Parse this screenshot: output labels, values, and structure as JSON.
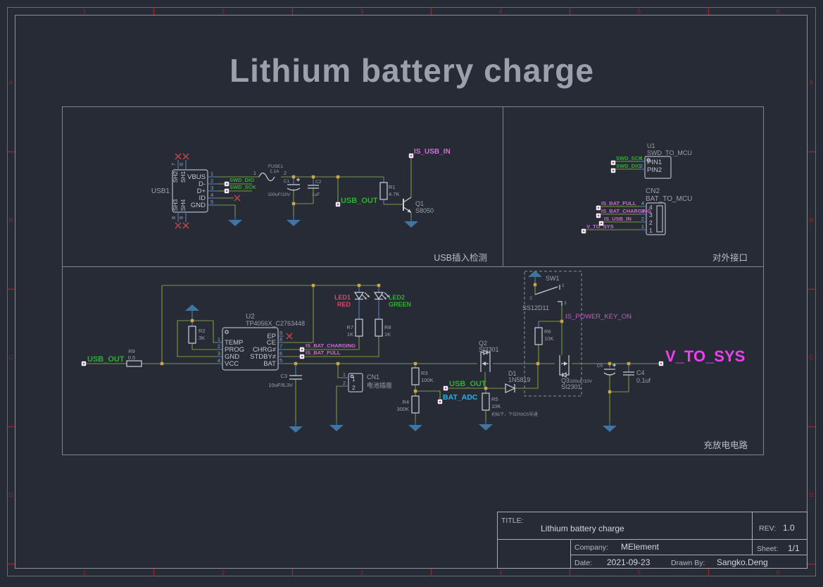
{
  "frame": {
    "title": "Lithium battery charge",
    "cols": [
      "1",
      "2",
      "3",
      "4",
      "5",
      "6"
    ],
    "rows": [
      "A",
      "B",
      "C",
      "D"
    ]
  },
  "sections": {
    "usb": "USB插入检测",
    "ext": "对外接口",
    "chg": "充放电电路"
  },
  "tb": {
    "title_label": "TITLE:",
    "title": "Lithium battery charge",
    "rev_label": "REV:",
    "rev": "1.0",
    "company_label": "Company:",
    "company": "MElement",
    "sheet_label": "Sheet:",
    "sheet": "1/1",
    "date_label": "Date:",
    "date": "2021-09-23",
    "drawn_label": "Drawn By:",
    "drawn": "Sangko.Deng"
  },
  "nets": {
    "swd_dio": "SWD_DIO",
    "swd_sck": "SWD_SCK",
    "usb_out": "USB_OUT",
    "is_usb_in": "IS_USB_IN",
    "is_bat_full": "IS_BAT_FULL",
    "is_bat_charging": "IS_BAT_CHARGING",
    "v_to_sys": "V_TO_SYS",
    "bat_adc": "BAT_ADC",
    "is_power_key_on": "IS_POWER_KEY_ON"
  },
  "usb1": {
    "ref": "USB1",
    "pins": [
      "VBUS",
      "D-",
      "D+",
      "ID",
      "GND"
    ],
    "nums": [
      "1",
      "2",
      "3",
      "4",
      "5"
    ],
    "sh_top": [
      "SH2",
      "SH1"
    ],
    "sh_top_nums": [
      "7",
      "6"
    ],
    "sh_bot": [
      "SH3",
      "SH4"
    ],
    "sh_bot_nums": [
      "8",
      "9"
    ]
  },
  "fuse1": {
    "ref": "FUSE1",
    "value": "1.1A",
    "p1": "1",
    "p2": "2"
  },
  "c1": {
    "ref": "C1",
    "value": "100uF/10V"
  },
  "c2": {
    "ref": "C2",
    "value": "1uF"
  },
  "r1": {
    "ref": "R1",
    "value": "4.7K"
  },
  "q1": {
    "ref": "Q1",
    "value": "S8050"
  },
  "u1": {
    "ref": "U1",
    "value": "SWD_TO_MCU",
    "nums": [
      "1",
      "2"
    ],
    "pins": [
      "PIN1",
      "PIN2"
    ]
  },
  "cn2": {
    "ref": "CN2",
    "value": "BAT_TO_MCU",
    "nums": [
      "4",
      "3",
      "2",
      "1"
    ]
  },
  "u2": {
    "ref": "U2",
    "value": "TP4056X_C2763448",
    "lnums": [
      "1",
      "2",
      "3",
      "4"
    ],
    "lpins": [
      "TEMP",
      "PROG",
      "GND",
      "VCC"
    ],
    "rnums": [
      "9",
      "8",
      "7",
      "6",
      "5"
    ],
    "rpins": [
      "EP",
      "CE",
      "CHRG≠",
      "STDBY≠",
      "BAT"
    ]
  },
  "r2": {
    "ref": "R2",
    "value": "3K"
  },
  "r9": {
    "ref": "R9",
    "value": "0.5"
  },
  "c3": {
    "ref": "C3",
    "value": "10uF/6.3V"
  },
  "cn1": {
    "ref": "CN1",
    "value": "电池插座",
    "nums": [
      "1",
      "2"
    ]
  },
  "led1": {
    "ref": "LED1",
    "value": "RED"
  },
  "led2": {
    "ref": "LED2",
    "value": "GREEN"
  },
  "r7": {
    "ref": "R7",
    "value": "1K"
  },
  "r8": {
    "ref": "R8",
    "value": "1K"
  },
  "r3": {
    "ref": "R3",
    "value": "100K"
  },
  "r4": {
    "ref": "R4",
    "value": "300K"
  },
  "r5": {
    "ref": "R5",
    "value": "10K",
    "note": "初始下，下拉PMOS导通"
  },
  "r6": {
    "ref": "R6",
    "value": "10K"
  },
  "d1": {
    "ref": "D1",
    "value": "1N5819"
  },
  "q2": {
    "ref": "Q2",
    "value": "SI2301"
  },
  "q3": {
    "ref": "Q3",
    "value": "SI2301"
  },
  "sw1": {
    "ref": "SW1",
    "value": "SS12D11",
    "nums": [
      "1",
      "2",
      "3"
    ]
  },
  "c5": {
    "ref": "C5",
    "value": "100uF/10V"
  },
  "c4": {
    "ref": "C4",
    "value": "0.1uf"
  },
  "colors": {
    "background": "#272b36",
    "wire_green": "#7a9a40",
    "pin_blue": "#4d82b8",
    "net_green": "#2fae2f",
    "net_magenta": "#cf6ad0",
    "net_big_magenta": "#f23ef2",
    "net_cyan": "#2ab4e8",
    "gnd_blue": "#3f75a0",
    "junction_orange": "#cfa44c",
    "frame_red": "#9b2424",
    "label_gray": "#9aa0ab"
  }
}
